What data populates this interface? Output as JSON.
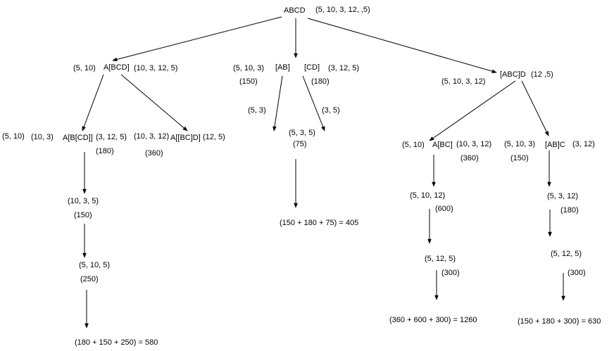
{
  "root": {
    "label": "ABCD",
    "dims": "(5, 10, 3, 12, ,5)"
  },
  "left": {
    "dims_left": "(5, 10)",
    "label": "A[BCD]",
    "dims_right": "(10, 3, 12, 5)",
    "child1": {
      "d1": "(5, 10)",
      "d2": "(10, 3)",
      "label": "A[B[CD]]",
      "dims": "(3, 12, 5)",
      "cost": "(180)"
    },
    "child2": {
      "dims": "(10, 3, 12)",
      "label": "A[[BC]D]",
      "dims_right": "(12, 5)",
      "cost": "(360)"
    },
    "step1": {
      "dims": "(10, 3, 5)",
      "cost": "(150)"
    },
    "step2": {
      "dims": "(5, 10, 5)",
      "cost": "(250)"
    },
    "total": "(180 + 150  + 250)  =  580"
  },
  "middle": {
    "dims_left": "(5, 10, 3)",
    "label_ab": "[AB]",
    "label_cd": "[CD]",
    "dims_right": "(3, 12, 5)",
    "cost_left": "(150)",
    "cost_right": "(180)",
    "edge_left": "(5, 3)",
    "edge_right": "(3, 5)",
    "merge": {
      "dims": "(5, 3, 5)",
      "cost": "(75)"
    },
    "total": "(150 + 180  + 75) = 405"
  },
  "right": {
    "label": "[ABC]D",
    "dims_right": "(12 ,5)",
    "dims_left": "(5, 10, 3, 12)",
    "branch1": {
      "d1": "(5, 10)",
      "label": "A[BC]",
      "d2": "(10, 3, 12)",
      "cost": "(360)",
      "step1": {
        "dims": "(5, 10, 12)",
        "cost": "(600)"
      },
      "step2": {
        "dims": "(5, 12, 5)",
        "cost": "(300)"
      },
      "total": "(360 + 600  + 300) = 1260"
    },
    "branch2": {
      "d1": "(5, 10, 3)",
      "cost_left": "(150)",
      "label": "[AB]C",
      "d2": "(3, 12)",
      "step1": {
        "dims": "(5, 3, 12)",
        "cost": "(180)"
      },
      "step2": {
        "dims": "(5, 12, 5)",
        "cost": "(300)"
      },
      "total": "(150 + 180 + 300) = 630"
    }
  }
}
